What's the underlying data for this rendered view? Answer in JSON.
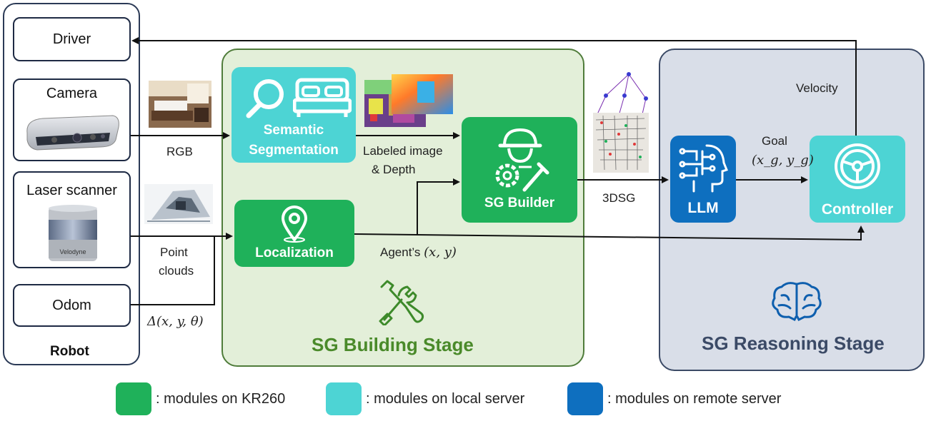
{
  "robot": {
    "title": "Robot",
    "driver": "Driver",
    "camera": "Camera",
    "laser": "Laser scanner",
    "lidar_brand": "Velodyne",
    "odom": "Odom"
  },
  "signals": {
    "rgb": "RGB",
    "point_clouds_1": "Point",
    "point_clouds_2": "clouds",
    "odom_delta": "Δ(x, y, θ)",
    "labeled_1": "Labeled image",
    "labeled_2": "& Depth",
    "agent_pos_prefix": "Agent’s",
    "agent_pos_math": "(x, y)",
    "three_dsg": "3DSG",
    "velocity": "Velocity",
    "goal": "Goal",
    "goal_math": "(x_g, y_g)"
  },
  "building_stage": {
    "title": "SG Building Stage",
    "semantic_1": "Semantic",
    "semantic_2": "Segmentation",
    "localization": "Localization",
    "sg_builder": "SG Builder"
  },
  "reasoning_stage": {
    "title": "SG Reasoning Stage",
    "llm": "LLM",
    "controller": "Controller"
  },
  "legend": [
    {
      "label": ": modules on KR260",
      "color": "#1fb15a"
    },
    {
      "label": ": modules on local server",
      "color": "#4dd4d4"
    },
    {
      "label": ": modules on remote server",
      "color": "#0e6fbf"
    }
  ],
  "colors": {
    "kr260": "#1fb15a",
    "local_server": "#4dd4d4",
    "remote_server": "#0e6fbf",
    "building_panel": "#e3efd9",
    "reasoning_panel": "#d9dee8",
    "building_title": "#4a8a2a",
    "reasoning_title": "#3b4a66"
  }
}
